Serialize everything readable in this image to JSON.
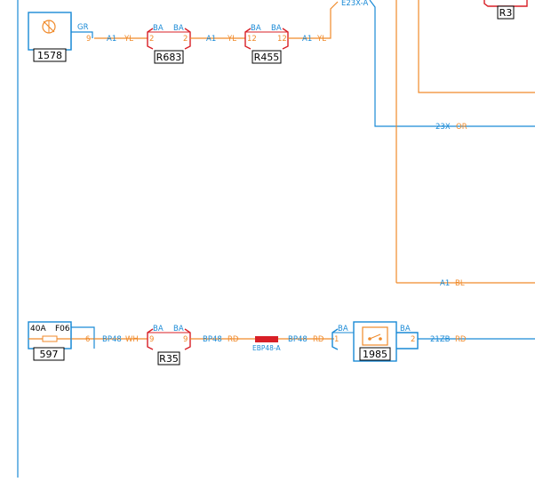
{
  "colors": {
    "blue": "#1a8ad6",
    "orange": "#f08a2a",
    "red": "#d81f26",
    "black": "#000000"
  },
  "top_circuit": {
    "component_1578": {
      "id": "1578",
      "pin": "9",
      "wire_color": "GR"
    },
    "wire_a1_1": {
      "name": "A1",
      "color": "YL"
    },
    "connector_r683": {
      "id": "R683",
      "type_left": "BA",
      "type_right": "BA",
      "pin_left": "2",
      "pin_right": "2"
    },
    "wire_a1_2": {
      "name": "A1",
      "color": "YL"
    },
    "connector_r455": {
      "id": "R455",
      "type_left": "BA",
      "type_right": "BA",
      "pin_left": "12",
      "pin_right": "12"
    },
    "wire_a1_3": {
      "name": "A1",
      "color": "YL"
    },
    "top_label": "E23X-A"
  },
  "right_side": {
    "connector_r3": {
      "id": "R3"
    },
    "wire_23x": {
      "name": "23X",
      "color": "OR"
    },
    "wire_a1_bl": {
      "name": "A1",
      "color": "BL"
    }
  },
  "bottom_circuit": {
    "fuse_597": {
      "id": "597",
      "rating": "40A",
      "fuse": "F06",
      "pin": "6"
    },
    "wire_bp48_1": {
      "name": "BP48",
      "color": "WH"
    },
    "connector_r35": {
      "id": "R35",
      "type_left": "BA",
      "type_right": "BA",
      "pin_left": "9",
      "pin_right": "9"
    },
    "wire_bp48_2": {
      "name": "BP48",
      "color": "RD"
    },
    "splice": {
      "label": "EBP48-A"
    },
    "wire_bp48_3": {
      "name": "BP48",
      "color": "RD"
    },
    "component_1985": {
      "id": "1985",
      "type_left": "BA",
      "type_right": "BA",
      "pin_left": "1",
      "pin_right": "2"
    },
    "wire_21zb": {
      "name": "21ZB",
      "color": "RD"
    }
  }
}
